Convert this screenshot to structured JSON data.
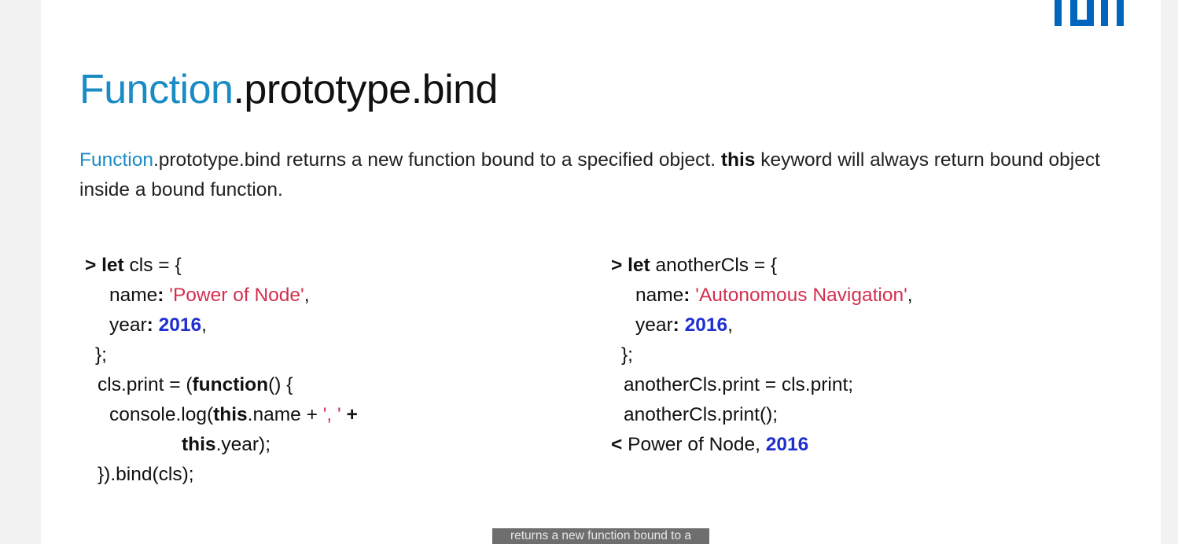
{
  "slide": {
    "title_accent": "Function",
    "title_rest": ".prototype.bind",
    "description": {
      "accent": "Function",
      "part1": ".prototype.bind returns a new function bound to a specified object. ",
      "bold": "this",
      "part2": " keyword will always return bound object inside a bound function."
    }
  },
  "code_left": {
    "l1_prompt": ">",
    "l1_kw": "let",
    "l1_rest": " cls = {",
    "l2_key": "name",
    "l2_colon": ":",
    "l2_str": "'Power of Node'",
    "l2_comma": ",",
    "l3_key": "year",
    "l3_colon": ":",
    "l3_num": "2016",
    "l3_comma": ",",
    "l4": "};",
    "l5_pre": "cls.print = (",
    "l5_kw": "function",
    "l5_post": "() {",
    "l6_pre": "console.log(",
    "l6_kw": "this",
    "l6_mid": ".name + ",
    "l6_str": "', '",
    "l6_plus": " +",
    "l7_kw": "this",
    "l7_rest": ".year);",
    "l8": "}).bind(cls);"
  },
  "code_right": {
    "l1_prompt": ">",
    "l1_kw": "let",
    "l1_rest": " anotherCls = {",
    "l2_key": "name",
    "l2_colon": ":",
    "l2_str": "'Autonomous Navigation'",
    "l2_comma": ",",
    "l3_key": "year",
    "l3_colon": ":",
    "l3_num": "2016",
    "l3_comma": ",",
    "l4": "};",
    "l5": "anotherCls.print = cls.print;",
    "l6": "anotherCls.print();",
    "l7_prompt": "<",
    "l7_text": " Power of Node, ",
    "l7_num": "2016"
  },
  "caption": "returns a new function bound to a",
  "colors": {
    "accent": "#1a8bc4",
    "string": "#d2304f",
    "number": "#1f2fcf",
    "logo": "#0065bd"
  },
  "icons": {
    "logo": "tum-logo-icon"
  }
}
